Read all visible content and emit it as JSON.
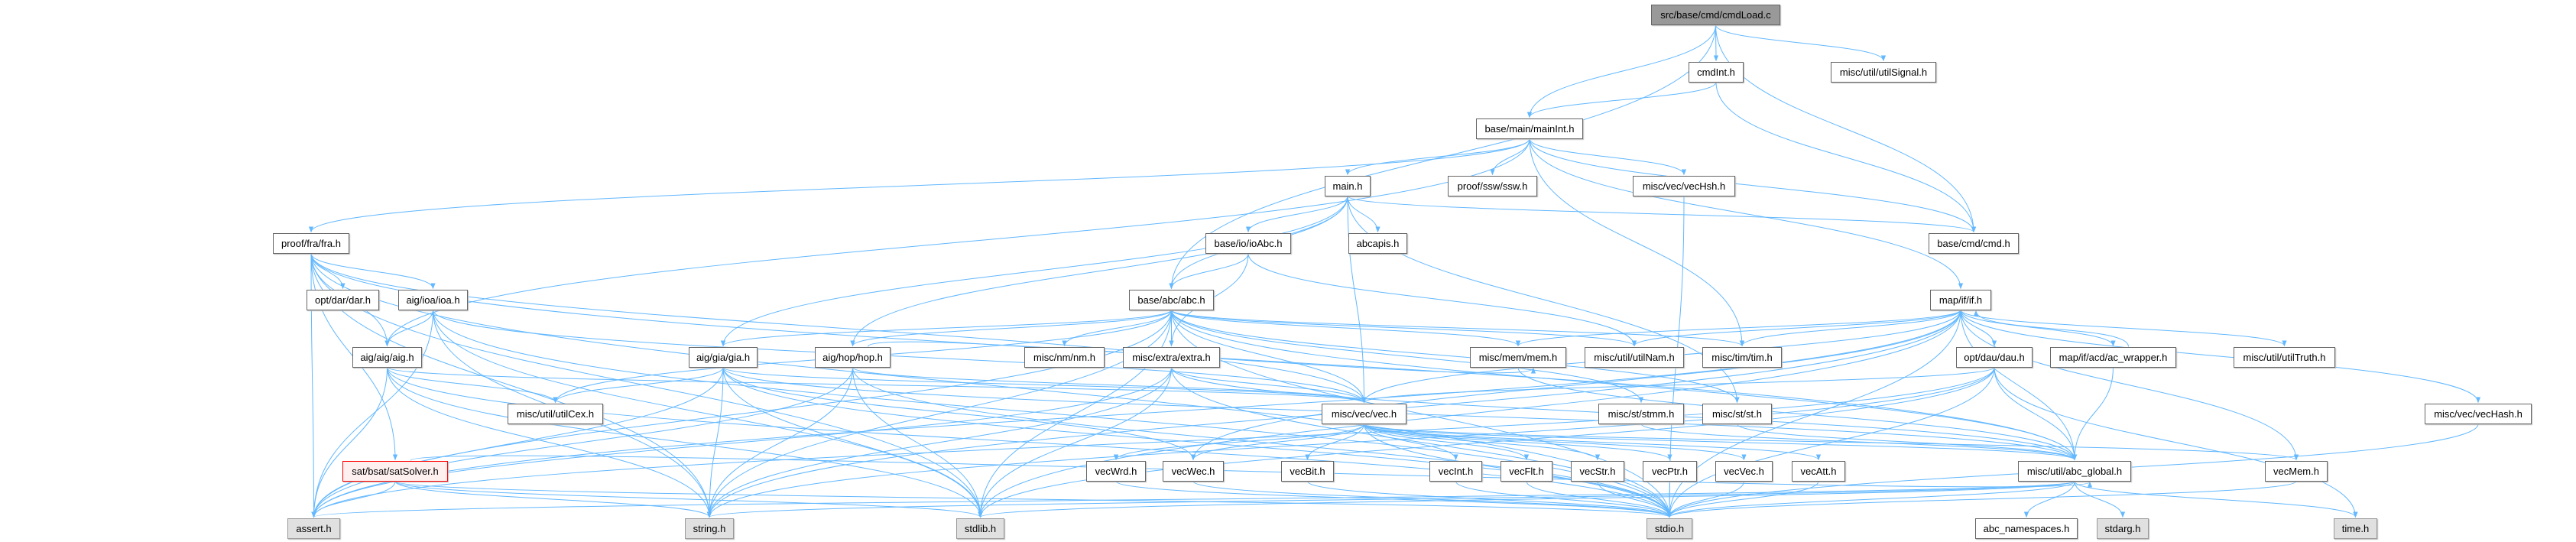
{
  "title": "src/base/cmd/cmdLoad.c",
  "edge_color": "#63b8ff",
  "nodes": [
    {
      "id": "root",
      "label": "src/base/cmd/cmdLoad.c",
      "kind": "root"
    },
    {
      "id": "cmdInt",
      "label": "cmdInt.h",
      "kind": "normal"
    },
    {
      "id": "utilSignal",
      "label": "misc/util/utilSignal.h",
      "kind": "normal"
    },
    {
      "id": "mainInt",
      "label": "base/main/mainInt.h",
      "kind": "normal"
    },
    {
      "id": "main",
      "label": "main.h",
      "kind": "normal"
    },
    {
      "id": "ssw",
      "label": "proof/ssw/ssw.h",
      "kind": "normal"
    },
    {
      "id": "vecHsh",
      "label": "misc/vec/vecHsh.h",
      "kind": "normal"
    },
    {
      "id": "fra",
      "label": "proof/fra/fra.h",
      "kind": "normal"
    },
    {
      "id": "ioAbc",
      "label": "base/io/ioAbc.h",
      "kind": "normal"
    },
    {
      "id": "abcapis",
      "label": "abcapis.h",
      "kind": "normal"
    },
    {
      "id": "cmd",
      "label": "base/cmd/cmd.h",
      "kind": "normal"
    },
    {
      "id": "dar",
      "label": "opt/dar/dar.h",
      "kind": "normal"
    },
    {
      "id": "ioa",
      "label": "aig/ioa/ioa.h",
      "kind": "normal"
    },
    {
      "id": "abc",
      "label": "base/abc/abc.h",
      "kind": "normal"
    },
    {
      "id": "if",
      "label": "map/if/if.h",
      "kind": "normal"
    },
    {
      "id": "aig",
      "label": "aig/aig/aig.h",
      "kind": "normal"
    },
    {
      "id": "gia",
      "label": "aig/gia/gia.h",
      "kind": "normal"
    },
    {
      "id": "hop",
      "label": "aig/hop/hop.h",
      "kind": "normal"
    },
    {
      "id": "nm",
      "label": "misc/nm/nm.h",
      "kind": "normal"
    },
    {
      "id": "extra",
      "label": "misc/extra/extra.h",
      "kind": "normal"
    },
    {
      "id": "mem",
      "label": "misc/mem/mem.h",
      "kind": "normal"
    },
    {
      "id": "utilNam",
      "label": "misc/util/utilNam.h",
      "kind": "normal"
    },
    {
      "id": "tim",
      "label": "misc/tim/tim.h",
      "kind": "normal"
    },
    {
      "id": "dau",
      "label": "opt/dau/dau.h",
      "kind": "normal"
    },
    {
      "id": "acw",
      "label": "map/if/acd/ac_wrapper.h",
      "kind": "normal"
    },
    {
      "id": "utilTruth",
      "label": "misc/util/utilTruth.h",
      "kind": "normal"
    },
    {
      "id": "utilCex",
      "label": "misc/util/utilCex.h",
      "kind": "normal"
    },
    {
      "id": "vec",
      "label": "misc/vec/vec.h",
      "kind": "normal"
    },
    {
      "id": "stmm",
      "label": "misc/st/stmm.h",
      "kind": "normal"
    },
    {
      "id": "st",
      "label": "misc/st/st.h",
      "kind": "normal"
    },
    {
      "id": "vecHash",
      "label": "misc/vec/vecHash.h",
      "kind": "normal"
    },
    {
      "id": "satSolver",
      "label": "sat/bsat/satSolver.h",
      "kind": "red"
    },
    {
      "id": "vecWrd",
      "label": "vecWrd.h",
      "kind": "normal"
    },
    {
      "id": "vecWec",
      "label": "vecWec.h",
      "kind": "normal"
    },
    {
      "id": "vecBit",
      "label": "vecBit.h",
      "kind": "normal"
    },
    {
      "id": "vecInt",
      "label": "vecInt.h",
      "kind": "normal"
    },
    {
      "id": "vecFlt",
      "label": "vecFlt.h",
      "kind": "normal"
    },
    {
      "id": "vecStr",
      "label": "vecStr.h",
      "kind": "normal"
    },
    {
      "id": "vecPtr",
      "label": "vecPtr.h",
      "kind": "normal"
    },
    {
      "id": "vecVec",
      "label": "vecVec.h",
      "kind": "normal"
    },
    {
      "id": "vecAtt",
      "label": "vecAtt.h",
      "kind": "normal"
    },
    {
      "id": "abcGlobal",
      "label": "misc/util/abc_global.h",
      "kind": "normal"
    },
    {
      "id": "vecMem",
      "label": "vecMem.h",
      "kind": "normal"
    },
    {
      "id": "assert",
      "label": "assert.h",
      "kind": "ext"
    },
    {
      "id": "string",
      "label": "string.h",
      "kind": "ext"
    },
    {
      "id": "stdlib",
      "label": "stdlib.h",
      "kind": "ext"
    },
    {
      "id": "stdio",
      "label": "stdio.h",
      "kind": "ext"
    },
    {
      "id": "abcNs",
      "label": "abc_namespaces.h",
      "kind": "normal"
    },
    {
      "id": "stdarg",
      "label": "stdarg.h",
      "kind": "ext"
    },
    {
      "id": "time",
      "label": "time.h",
      "kind": "ext"
    }
  ],
  "edges": [
    [
      "root",
      "abc"
    ],
    [
      "root",
      "mainInt"
    ],
    [
      "root",
      "cmdInt"
    ],
    [
      "root",
      "utilSignal"
    ],
    [
      "root",
      "cmd"
    ],
    [
      "cmdInt",
      "mainInt"
    ],
    [
      "cmdInt",
      "cmd"
    ],
    [
      "mainInt",
      "fra"
    ],
    [
      "mainInt",
      "aig"
    ],
    [
      "mainInt",
      "main"
    ],
    [
      "mainInt",
      "ssw"
    ],
    [
      "mainInt",
      "vecHsh"
    ],
    [
      "mainInt",
      "if"
    ],
    [
      "mainInt",
      "tim"
    ],
    [
      "mainInt",
      "cmd"
    ],
    [
      "main",
      "abc"
    ],
    [
      "main",
      "ioAbc"
    ],
    [
      "main",
      "abcapis"
    ],
    [
      "main",
      "vec"
    ],
    [
      "main",
      "cmd"
    ],
    [
      "main",
      "st"
    ],
    [
      "main",
      "gia"
    ],
    [
      "main",
      "hop"
    ],
    [
      "ioAbc",
      "abc"
    ],
    [
      "ioAbc",
      "extra"
    ],
    [
      "ioAbc",
      "utilNam"
    ],
    [
      "abc",
      "gia"
    ],
    [
      "abc",
      "hop"
    ],
    [
      "abc",
      "nm"
    ],
    [
      "abc",
      "extra"
    ],
    [
      "abc",
      "vec"
    ],
    [
      "abc",
      "mem"
    ],
    [
      "abc",
      "utilNam"
    ],
    [
      "abc",
      "tim"
    ],
    [
      "abc",
      "st"
    ],
    [
      "abc",
      "stmm"
    ],
    [
      "abc",
      "utilCex"
    ],
    [
      "abc",
      "abcGlobal"
    ],
    [
      "abc",
      "stdio"
    ],
    [
      "abc",
      "stdlib"
    ],
    [
      "abc",
      "string"
    ],
    [
      "abc",
      "assert"
    ],
    [
      "fra",
      "dar"
    ],
    [
      "fra",
      "ioa"
    ],
    [
      "fra",
      "aig"
    ],
    [
      "fra",
      "satSolver"
    ],
    [
      "fra",
      "vec"
    ],
    [
      "fra",
      "assert"
    ],
    [
      "fra",
      "string"
    ],
    [
      "fra",
      "stdlib"
    ],
    [
      "fra",
      "stdio"
    ],
    [
      "fra",
      "abcGlobal"
    ],
    [
      "ioa",
      "aig"
    ],
    [
      "ioa",
      "vec"
    ],
    [
      "ioa",
      "stdio"
    ],
    [
      "ioa",
      "stdlib"
    ],
    [
      "ioa",
      "string"
    ],
    [
      "ioa",
      "assert"
    ],
    [
      "aig",
      "utilCex"
    ],
    [
      "aig",
      "vec"
    ],
    [
      "aig",
      "assert"
    ],
    [
      "aig",
      "string"
    ],
    [
      "aig",
      "stdlib"
    ],
    [
      "aig",
      "stdio"
    ],
    [
      "gia",
      "utilCex"
    ],
    [
      "gia",
      "vec"
    ],
    [
      "gia",
      "vecWec"
    ],
    [
      "gia",
      "assert"
    ],
    [
      "gia",
      "string"
    ],
    [
      "gia",
      "stdlib"
    ],
    [
      "gia",
      "stdio"
    ],
    [
      "gia",
      "abcGlobal"
    ],
    [
      "hop",
      "vec"
    ],
    [
      "hop",
      "mem"
    ],
    [
      "hop",
      "assert"
    ],
    [
      "hop",
      "string"
    ],
    [
      "hop",
      "stdlib"
    ],
    [
      "hop",
      "stdio"
    ],
    [
      "extra",
      "vec"
    ],
    [
      "extra",
      "stdlib"
    ],
    [
      "extra",
      "string"
    ],
    [
      "extra",
      "assert"
    ],
    [
      "extra",
      "stdio"
    ],
    [
      "extra",
      "abcGlobal"
    ],
    [
      "vec",
      "vecWrd"
    ],
    [
      "vec",
      "vecWec"
    ],
    [
      "vec",
      "vecBit"
    ],
    [
      "vec",
      "vecInt"
    ],
    [
      "vec",
      "vecFlt"
    ],
    [
      "vec",
      "vecStr"
    ],
    [
      "vec",
      "vecPtr"
    ],
    [
      "vec",
      "vecVec"
    ],
    [
      "vec",
      "vecAtt"
    ],
    [
      "vec",
      "vecMem"
    ],
    [
      "vec",
      "abcGlobal"
    ],
    [
      "vec",
      "stdio"
    ],
    [
      "vecWrd",
      "stdio"
    ],
    [
      "vecWec",
      "stdio"
    ],
    [
      "vecBit",
      "stdio"
    ],
    [
      "vecInt",
      "stdio"
    ],
    [
      "vecFlt",
      "stdio"
    ],
    [
      "vecStr",
      "stdio"
    ],
    [
      "vecPtr",
      "stdio"
    ],
    [
      "vecVec",
      "stdio"
    ],
    [
      "vecAtt",
      "stdio"
    ],
    [
      "satSolver",
      "assert"
    ],
    [
      "satSolver",
      "string"
    ],
    [
      "satSolver",
      "stdlib"
    ],
    [
      "satSolver",
      "stdio"
    ],
    [
      "satSolver",
      "abcGlobal"
    ],
    [
      "if",
      "tim"
    ],
    [
      "if",
      "mem"
    ],
    [
      "if",
      "utilNam"
    ],
    [
      "if",
      "vec"
    ],
    [
      "if",
      "dau"
    ],
    [
      "if",
      "acw"
    ],
    [
      "if",
      "utilTruth"
    ],
    [
      "if",
      "vecHash"
    ],
    [
      "if",
      "vecMem"
    ],
    [
      "if",
      "abcGlobal"
    ],
    [
      "if",
      "stdio"
    ],
    [
      "if",
      "stdlib"
    ],
    [
      "if",
      "string"
    ],
    [
      "if",
      "assert"
    ],
    [
      "if",
      "vecWec"
    ],
    [
      "acw",
      "if"
    ],
    [
      "acw",
      "abcGlobal"
    ],
    [
      "dau",
      "vec"
    ],
    [
      "dau",
      "abcGlobal"
    ],
    [
      "dau",
      "stdio"
    ],
    [
      "dau",
      "stdlib"
    ],
    [
      "dau",
      "string"
    ],
    [
      "dau",
      "assert"
    ],
    [
      "dau",
      "time"
    ],
    [
      "abcGlobal",
      "abcNs"
    ],
    [
      "abcGlobal",
      "stdarg"
    ],
    [
      "abcGlobal",
      "time"
    ],
    [
      "abcGlobal",
      "stdio"
    ],
    [
      "abcGlobal",
      "stdlib"
    ],
    [
      "abcGlobal",
      "string"
    ],
    [
      "abcGlobal",
      "assert"
    ],
    [
      "vecHsh",
      "stdio"
    ],
    [
      "vecHash",
      "stdio"
    ],
    [
      "vecMem",
      "stdio"
    ],
    [
      "stmm",
      "abcGlobal"
    ],
    [
      "st",
      "abcGlobal"
    ],
    [
      "mem",
      "abcGlobal"
    ]
  ]
}
